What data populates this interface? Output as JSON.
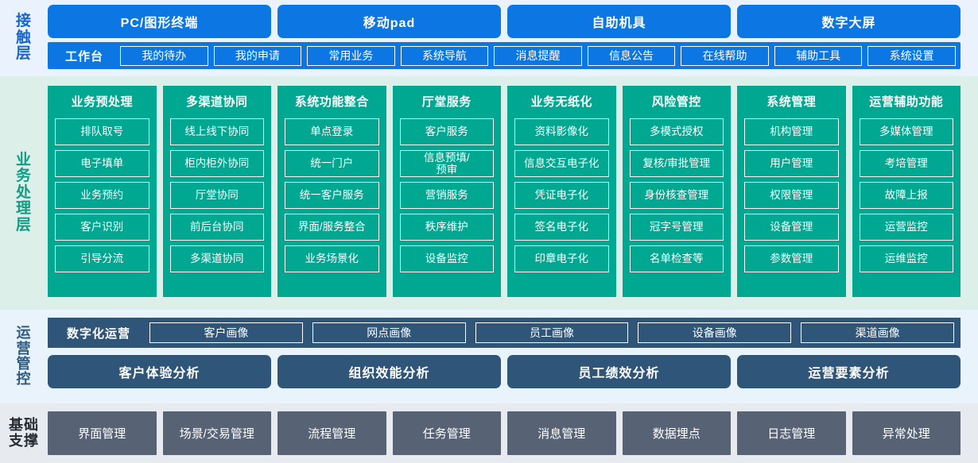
{
  "colors": {
    "blue": "#0c76e3",
    "blue_band_bg": "#eaf3fd",
    "teal": "#00a791",
    "teal_band_bg": "#ddefe9",
    "dark_blue": "#2f5578",
    "ops_band_bg": "#e8f3fb",
    "gray": "#576274",
    "base_band_bg": "#e7eaee"
  },
  "contact_layer": {
    "label": "接触层",
    "label_chars": [
      "接",
      "触",
      "层"
    ],
    "channels": [
      {
        "label": "PC/图形终端"
      },
      {
        "label": "移动pad"
      },
      {
        "label": "自助机具"
      },
      {
        "label": "数字大屏"
      }
    ],
    "workbench": {
      "title": "工作台",
      "items": [
        {
          "label": "我的待办"
        },
        {
          "label": "我的申请"
        },
        {
          "label": "常用业务"
        },
        {
          "label": "系统导航"
        },
        {
          "label": "消息提醒"
        },
        {
          "label": "信息公告"
        },
        {
          "label": "在线帮助"
        },
        {
          "label": "辅助工具"
        },
        {
          "label": "系统设置"
        }
      ]
    }
  },
  "business_layer": {
    "label": "业务处理层",
    "label_chars": [
      "业",
      "务",
      "处",
      "理",
      "层"
    ],
    "columns": [
      {
        "title": "业务预处理",
        "items": [
          "排队取号",
          "电子填单",
          "业务预约",
          "客户识别",
          "引导分流"
        ]
      },
      {
        "title": "多渠道协同",
        "items": [
          "线上线下协同",
          "柜内柜外协同",
          "厅堂协同",
          "前后台协同",
          "多渠道协同"
        ]
      },
      {
        "title": "系统功能整合",
        "items": [
          "单点登录",
          "统一门户",
          "统一客户服务",
          "界面/服务整合",
          "业务场景化"
        ]
      },
      {
        "title": "厅堂服务",
        "items": [
          "客户服务",
          "信息预填/\n预审",
          "营销服务",
          "秩序维护",
          "设备监控"
        ]
      },
      {
        "title": "业务无纸化",
        "items": [
          "资料影像化",
          "信息交互电子化",
          "凭证电子化",
          "签名电子化",
          "印章电子化"
        ]
      },
      {
        "title": "风险管控",
        "items": [
          "多模式授权",
          "复核/审批管理",
          "身份核查管理",
          "冠字号管理",
          "名单检查等"
        ]
      },
      {
        "title": "系统管理",
        "items": [
          "机构管理",
          "用户管理",
          "权限管理",
          "设备管理",
          "参数管理"
        ]
      },
      {
        "title": "运营辅助功能",
        "items": [
          "多媒体管理",
          "考培管理",
          "故障上报",
          "运营监控",
          "运维监控"
        ]
      }
    ]
  },
  "ops_layer": {
    "label": "运营管控",
    "label_chars": [
      "运",
      "营",
      "管",
      "控"
    ],
    "digital_ops": {
      "title": "数字化运营",
      "items": [
        {
          "label": "客户画像"
        },
        {
          "label": "网点画像"
        },
        {
          "label": "员工画像"
        },
        {
          "label": "设备画像"
        },
        {
          "label": "渠道画像"
        }
      ]
    },
    "analysis": [
      {
        "label": "客户体验分析"
      },
      {
        "label": "组织效能分析"
      },
      {
        "label": "员工绩效分析"
      },
      {
        "label": "运营要素分析"
      }
    ]
  },
  "base_layer": {
    "label": "基础支撑",
    "label_rows": [
      [
        "基",
        "础"
      ],
      [
        "支",
        "撑"
      ]
    ],
    "items": [
      {
        "label": "界面管理"
      },
      {
        "label": "场景/交易管理"
      },
      {
        "label": "流程管理"
      },
      {
        "label": "任务管理"
      },
      {
        "label": "消息管理"
      },
      {
        "label": "数据埋点"
      },
      {
        "label": "日志管理"
      },
      {
        "label": "异常处理"
      }
    ]
  }
}
